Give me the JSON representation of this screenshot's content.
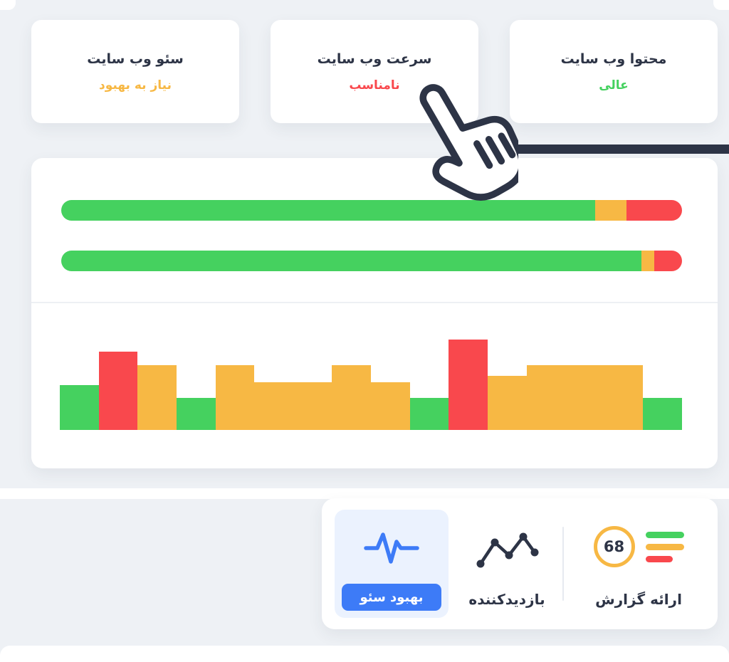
{
  "colors": {
    "green": "#45D15F",
    "orange": "#F7B844",
    "red": "#F9484D",
    "navy": "#2D3446",
    "blue": "#3D7BF7"
  },
  "status_cards": [
    {
      "title": "سئو وب سایت",
      "status": "نیاز به بهبود",
      "level": "warning"
    },
    {
      "title": "سرعت وب سایت",
      "status": "نامناسب",
      "level": "bad"
    },
    {
      "title": "محتوا وب سایت",
      "status": "عالی",
      "level": "good"
    }
  ],
  "chart_data": [
    {
      "type": "bar",
      "name": "site-health-top",
      "kind": "stacked-horizontal",
      "segments": [
        {
          "label": "good",
          "percent": 86,
          "color": "green"
        },
        {
          "label": "warning",
          "percent": 5,
          "color": "orange"
        },
        {
          "label": "bad",
          "percent": 9,
          "color": "red"
        }
      ]
    },
    {
      "type": "bar",
      "name": "site-health-bottom",
      "kind": "stacked-horizontal",
      "segments": [
        {
          "label": "good",
          "percent": 93.5,
          "color": "green"
        },
        {
          "label": "warning",
          "percent": 2,
          "color": "orange"
        },
        {
          "label": "bad",
          "percent": 4.5,
          "color": "red"
        }
      ]
    },
    {
      "type": "bar",
      "name": "audit-results",
      "kind": "vertical",
      "max": 127,
      "bars": [
        {
          "h": 63,
          "color": "green"
        },
        {
          "h": 110,
          "color": "red"
        },
        {
          "h": 91,
          "color": "orange"
        },
        {
          "h": 45,
          "color": "green"
        },
        {
          "h": 91,
          "color": "orange"
        },
        {
          "h": 67,
          "color": "orange"
        },
        {
          "h": 67,
          "color": "orange"
        },
        {
          "h": 91,
          "color": "orange"
        },
        {
          "h": 67,
          "color": "orange"
        },
        {
          "h": 45,
          "color": "green"
        },
        {
          "h": 127,
          "color": "red"
        },
        {
          "h": 76,
          "color": "orange"
        },
        {
          "h": 91,
          "color": "orange"
        },
        {
          "h": 91,
          "color": "orange"
        },
        {
          "h": 91,
          "color": "orange"
        },
        {
          "h": 45,
          "color": "green"
        }
      ]
    }
  ],
  "bottom_nav": {
    "seo_tab": {
      "label": "بهبود سئو",
      "active": true
    },
    "visitors": {
      "label": "بازدیدکننده"
    },
    "report": {
      "label": "ارائه گزارش",
      "score": "68"
    }
  }
}
